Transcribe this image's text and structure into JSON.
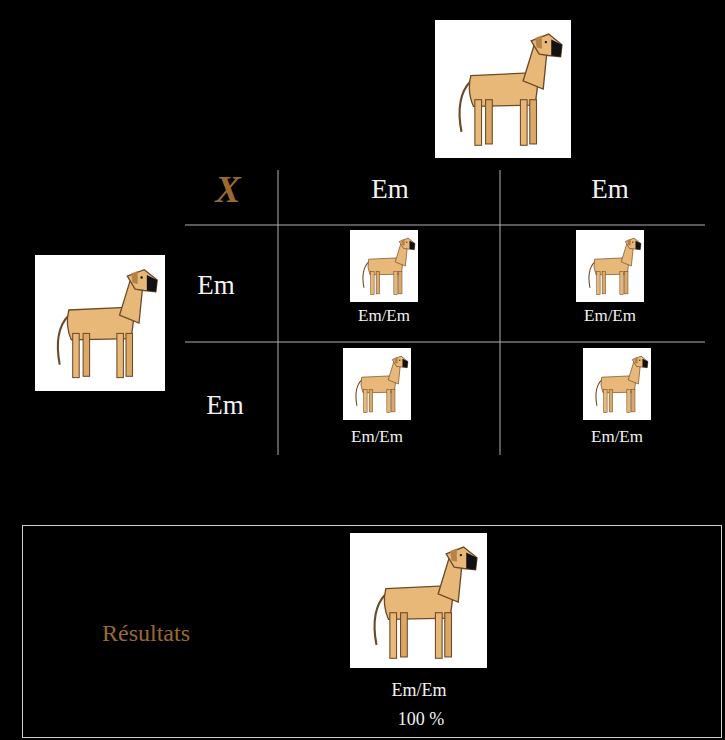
{
  "diagram": {
    "nodes": [
      {
        "text": [
          "Résultats",
          "Em/Em",
          "100 %"
        ]
      }
    ],
    "labels": [
      "X",
      "Em",
      "Em",
      "Em",
      "Em/Em",
      "Em/Em",
      "Em",
      "Em/Em",
      "Em/Em"
    ]
  }
}
